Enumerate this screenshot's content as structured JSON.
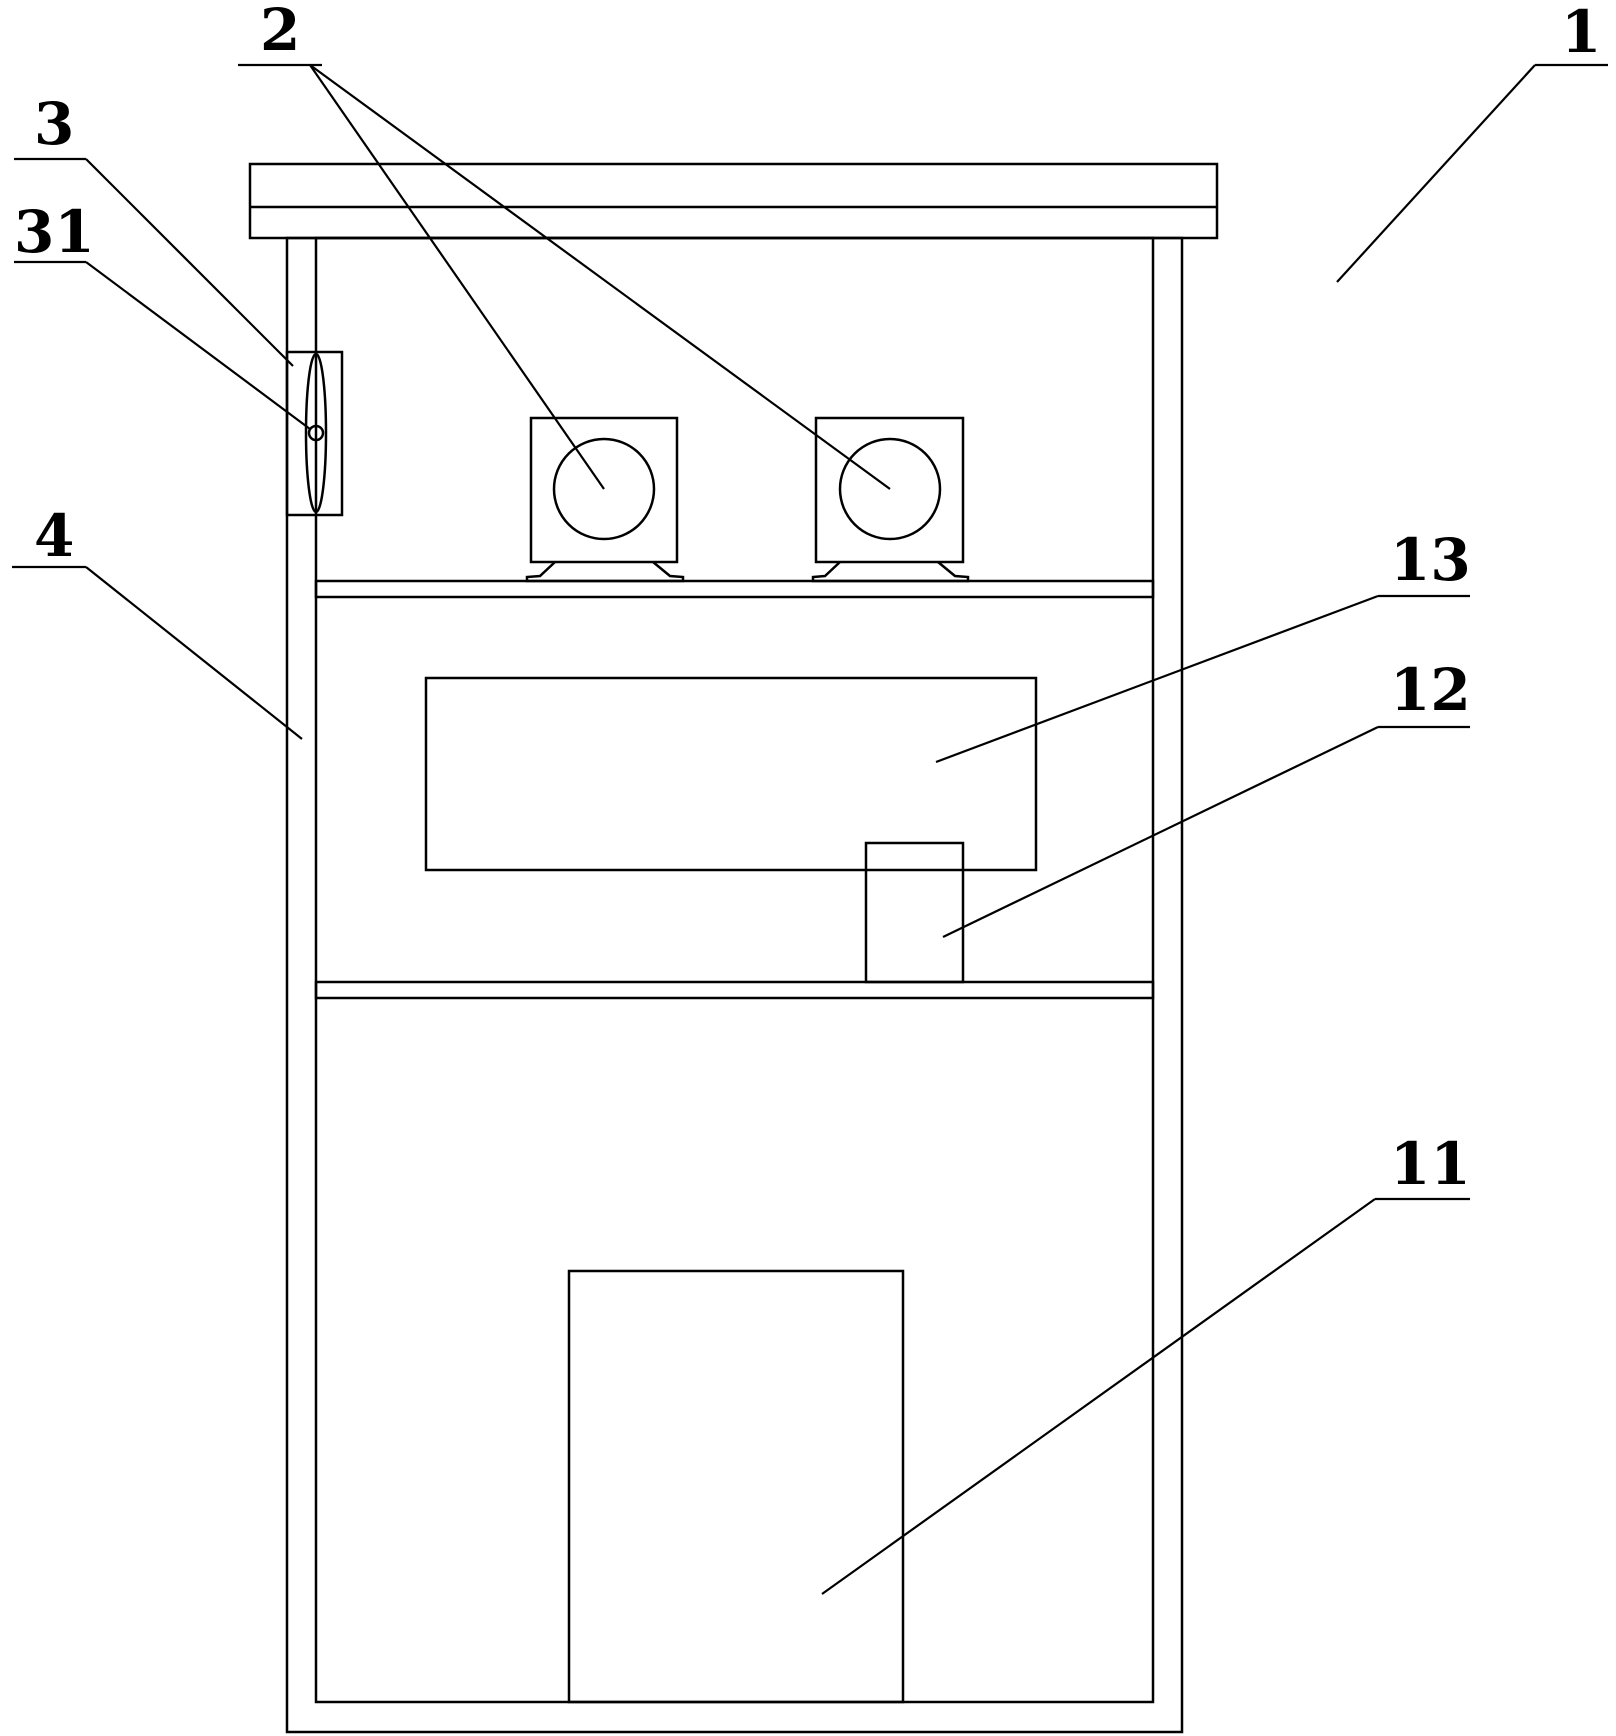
{
  "labels": {
    "l1": "1",
    "l2": "2",
    "l3": "3",
    "l31": "31",
    "l4": "4",
    "l11": "11",
    "l12": "12",
    "l13": "13"
  },
  "colors": {
    "line": "#000000",
    "background": "#ffffff"
  }
}
